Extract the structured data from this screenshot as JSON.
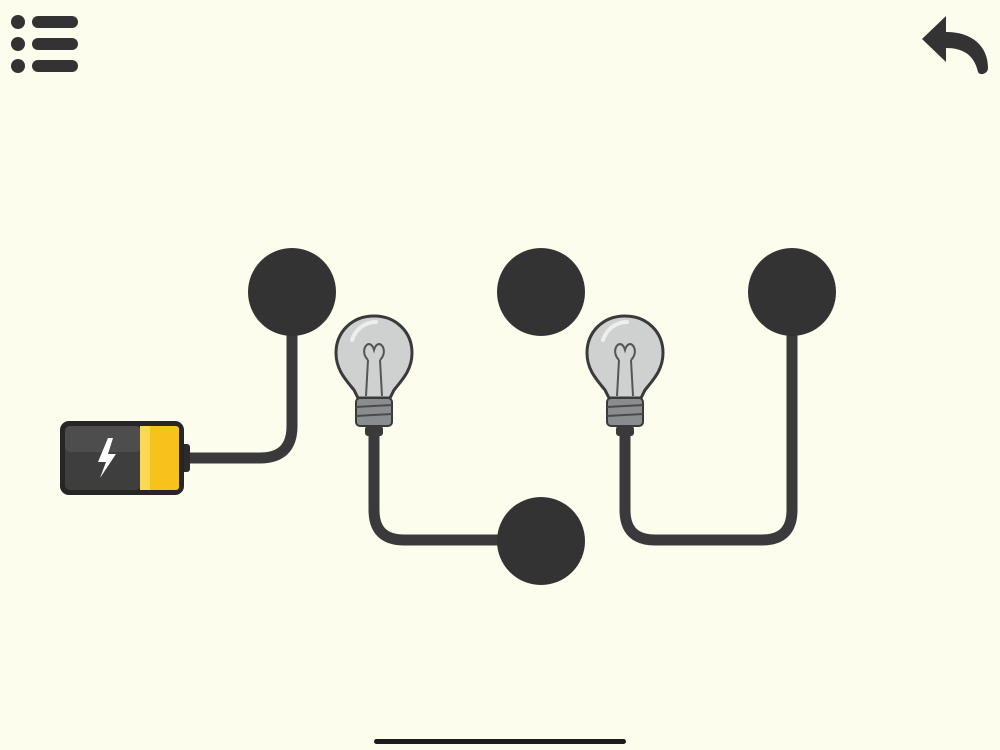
{
  "screen": {
    "background": "#fdfdee",
    "wire_color": "#3a3a3c",
    "node_color": "#333333"
  },
  "toolbar": {
    "menu_icon": "list-menu-icon",
    "undo_icon": "undo-arrow-icon"
  },
  "puzzle": {
    "battery": {
      "icon": "lightning-bolt-icon",
      "charge_color": "#f7c21b"
    },
    "bulbs": [
      {
        "name": "bulb-left",
        "lit": false
      },
      {
        "name": "bulb-right",
        "lit": false
      }
    ],
    "nodes_count": 4,
    "connected_wires": 3
  }
}
